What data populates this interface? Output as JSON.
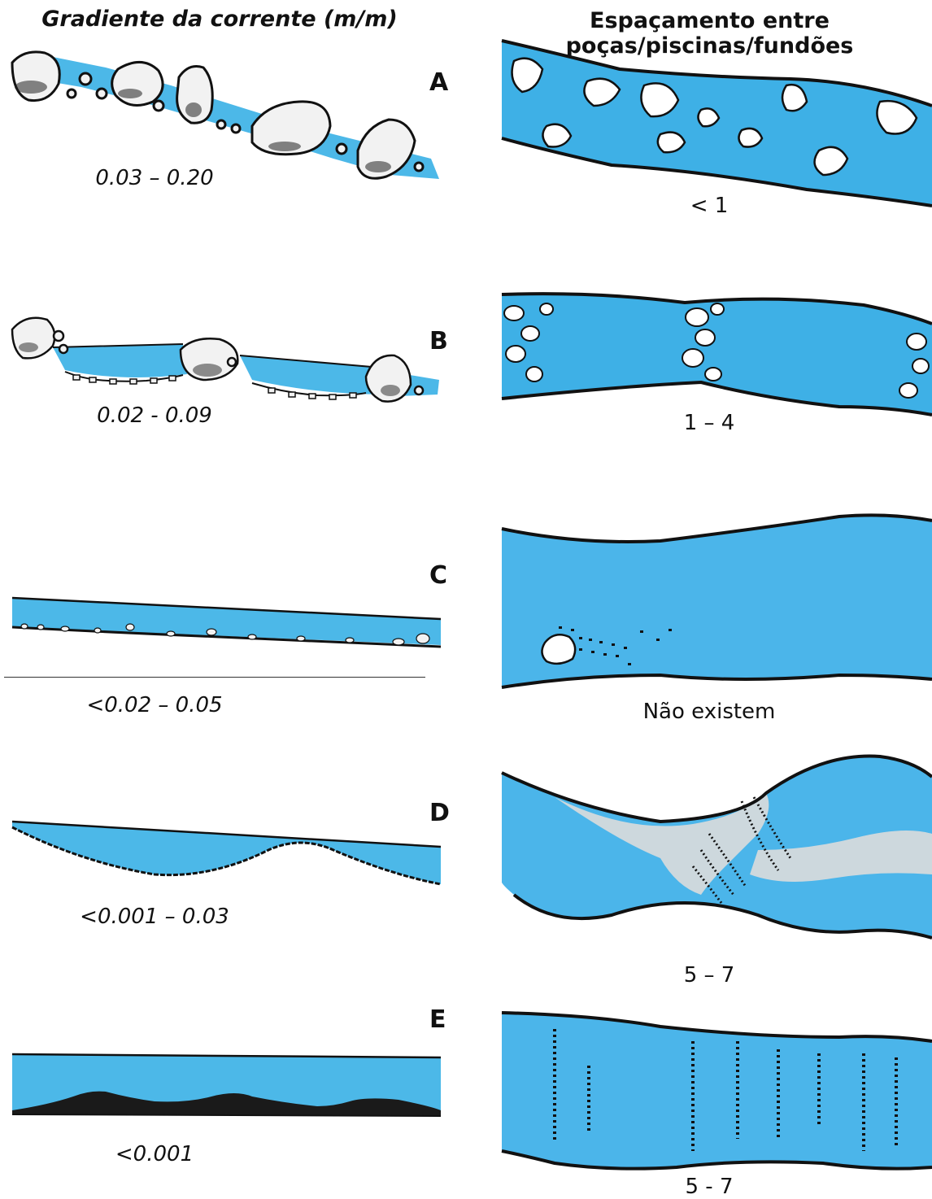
{
  "headers": {
    "left": "Gradiente da corrente (m/m)",
    "right_line1": "Espaçamento entre",
    "right_line2": "poças/piscinas/fundões"
  },
  "rows": [
    {
      "letter": "A",
      "gradient": "0.03 – 0.20",
      "spacing": "< 1"
    },
    {
      "letter": "B",
      "gradient": "0.02 - 0.09",
      "spacing": "1 – 4"
    },
    {
      "letter": "C",
      "gradient": "<0.02 – 0.05",
      "spacing": "Não existem"
    },
    {
      "letter": "D",
      "gradient": "<0.001 – 0.03",
      "spacing": "5 – 7"
    },
    {
      "letter": "E",
      "gradient": "<0.001",
      "spacing": "5 - 7"
    }
  ],
  "colors": {
    "water": "#4cb8e8",
    "water_dark": "#2e9fd6",
    "outline": "#111111",
    "rock": "#f2f2f2"
  }
}
